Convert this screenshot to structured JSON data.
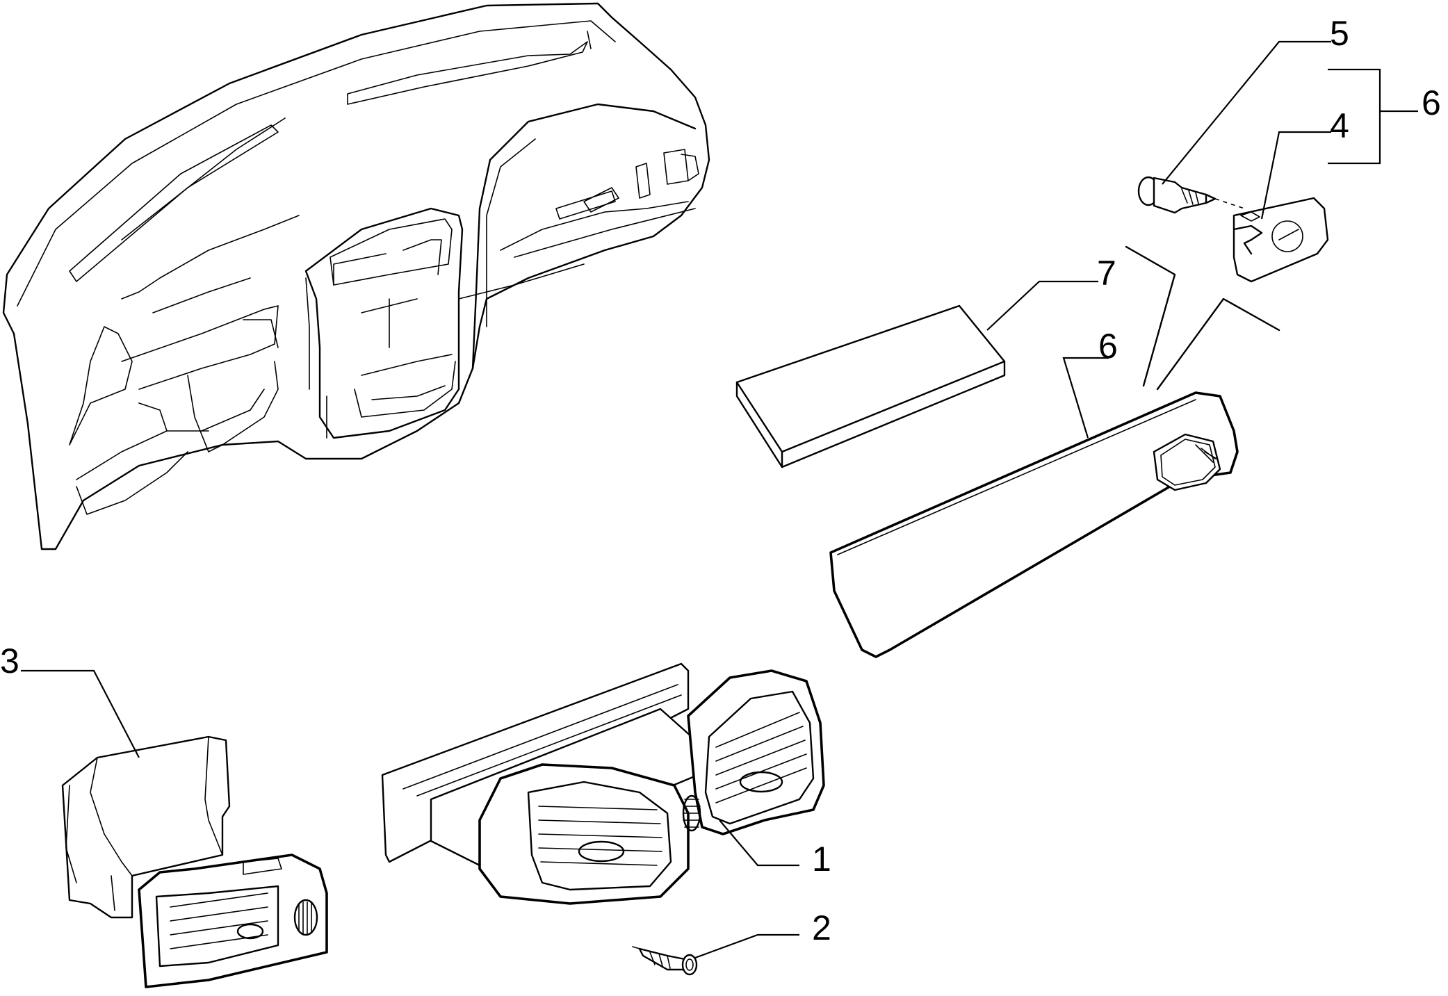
{
  "callouts": {
    "c1": "1",
    "c2": "2",
    "c3": "3",
    "c4": "4",
    "c5": "5",
    "c6_bracket": "6",
    "c6_panel": "6",
    "c7": "7"
  }
}
